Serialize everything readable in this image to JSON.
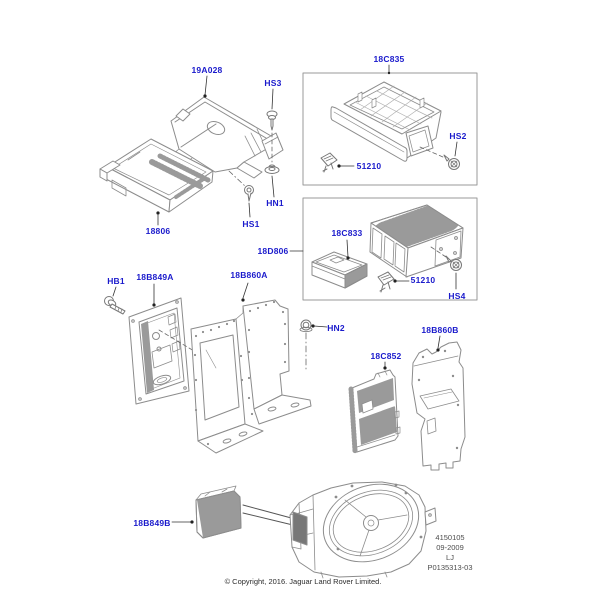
{
  "diagram": {
    "part_labels": [
      {
        "text": "19A028"
      },
      {
        "text": "HS3"
      },
      {
        "text": "18C835"
      },
      {
        "text": "HS2"
      },
      {
        "text": "51210"
      },
      {
        "text": "18806"
      },
      {
        "text": "HN1"
      },
      {
        "text": "HS1"
      },
      {
        "text": "18D806"
      },
      {
        "text": "18C833"
      },
      {
        "text": "51210"
      },
      {
        "text": "HS4"
      },
      {
        "text": "HB1"
      },
      {
        "text": "18B849A"
      },
      {
        "text": "18B860A"
      },
      {
        "text": "HN2"
      },
      {
        "text": "18C852"
      },
      {
        "text": "18B860B"
      },
      {
        "text": "18B849B"
      }
    ],
    "plate": {
      "lines": [
        "4150105",
        "09-2009",
        "LJ",
        "P0135313-03"
      ]
    },
    "copyright": "© Copyright, 2016. Jaguar Land Rover Limited.",
    "colors": {
      "label_blue": "#1a1acc",
      "linework_gray": "#8c8c8c",
      "plate_text_gray": "#4d4d4d"
    }
  }
}
